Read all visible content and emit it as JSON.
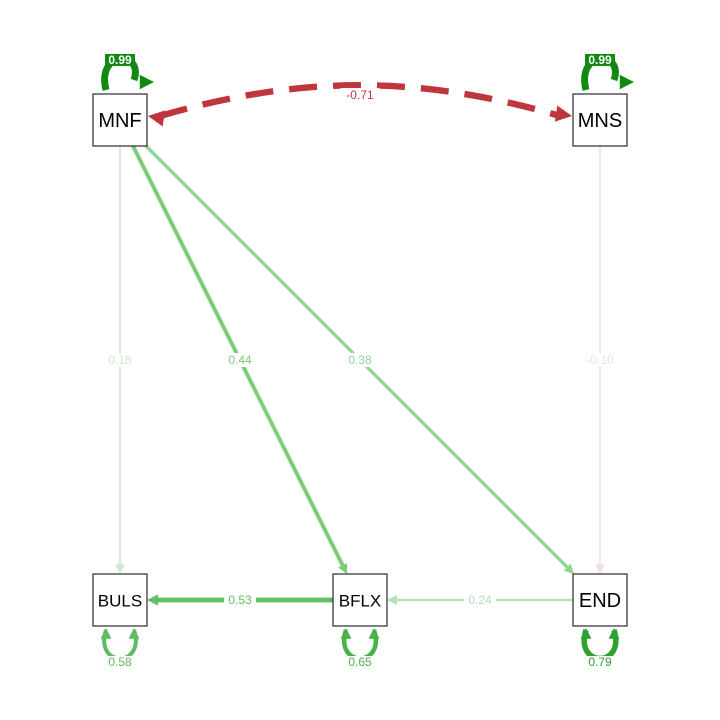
{
  "diagram": {
    "type": "path-diagram",
    "nodes": [
      {
        "id": "MNF",
        "label": "MNF"
      },
      {
        "id": "MNS",
        "label": "MNS"
      },
      {
        "id": "BULS",
        "label": "BULS"
      },
      {
        "id": "BFLX",
        "label": "BFLX"
      },
      {
        "id": "END",
        "label": "END"
      }
    ],
    "edges": [
      {
        "id": "mnf-mns",
        "from": "MNF",
        "to": "MNS",
        "label": "-0.71",
        "value": -0.71,
        "color": "#c0363d",
        "style": "dashed",
        "bidirectional": true
      },
      {
        "id": "mnf-buls",
        "from": "MNF",
        "to": "BULS",
        "label": "0.18",
        "value": 0.18,
        "color": "#cfe8cf",
        "style": "solid"
      },
      {
        "id": "mnf-bflx",
        "from": "MNF",
        "to": "BFLX",
        "label": "0.44",
        "value": 0.44,
        "color": "#7ccd7c",
        "style": "solid"
      },
      {
        "id": "mnf-end",
        "from": "MNF",
        "to": "END",
        "label": "0.38",
        "value": 0.38,
        "color": "#93d693",
        "style": "solid"
      },
      {
        "id": "mns-end",
        "from": "MNS",
        "to": "END",
        "label": "-0.10",
        "value": -0.1,
        "color": "#f1dede",
        "style": "solid"
      },
      {
        "id": "bflx-buls",
        "from": "BFLX",
        "to": "BULS",
        "label": "0.53",
        "value": 0.53,
        "color": "#63c163",
        "style": "solid"
      },
      {
        "id": "end-bflx",
        "from": "END",
        "to": "BFLX",
        "label": "0.24",
        "value": 0.24,
        "color": "#b5e1b5",
        "style": "solid"
      }
    ],
    "residuals": [
      {
        "node": "MNF",
        "label": "0.99",
        "value": 0.99,
        "color": "#128a12"
      },
      {
        "node": "MNS",
        "label": "0.99",
        "value": 0.99,
        "color": "#128a12"
      },
      {
        "node": "BULS",
        "label": "0.58",
        "value": 0.58,
        "color": "#5fbd5f"
      },
      {
        "node": "BFLX",
        "label": "0.65",
        "value": 0.65,
        "color": "#49b249"
      },
      {
        "node": "END",
        "label": "0.79",
        "value": 0.79,
        "color": "#2ea12e"
      }
    ]
  }
}
